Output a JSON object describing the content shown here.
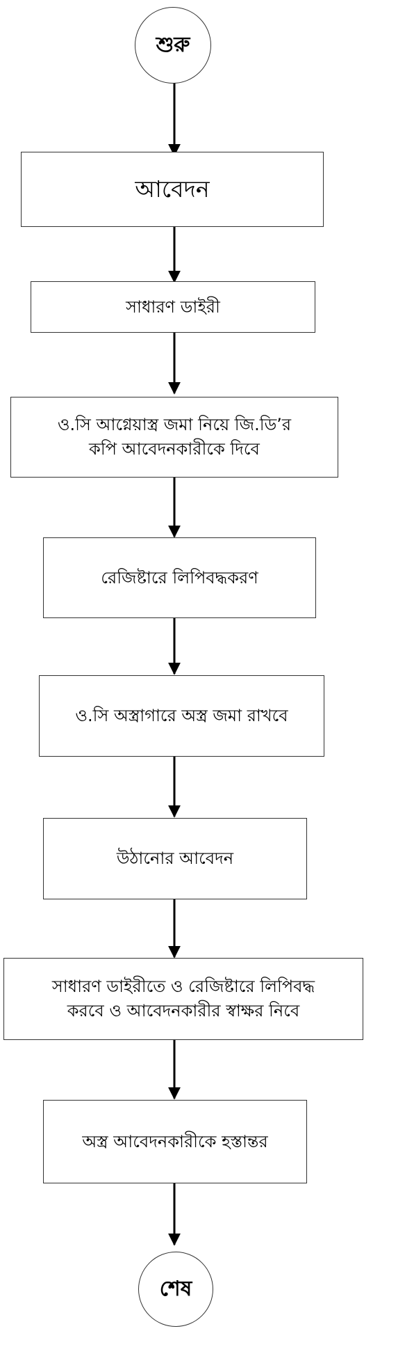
{
  "flowchart": {
    "start": "শুরু",
    "steps": [
      "আবেদন",
      "সাধারণ ডাইরী",
      "ও.সি আগ্নেয়াস্ত্র জমা নিয়ে জি.ডি’র\nকপি আবেদনকারীকে দিবে",
      "রেজিষ্টারে লিপিবদ্ধকরণ",
      "ও.সি অস্ত্রাগারে অস্ত্র জমা রাখবে",
      "উঠানোর আবেদন",
      "সাধারণ ডাইরীতে ও রেজিষ্টারে লিপিবদ্ধ\nকরবে ও আবেদনকারীর স্বাক্ষর নিবে",
      "অস্ত্র আবেদনকারীকে হস্তান্তর"
    ],
    "end": "শেষ"
  }
}
